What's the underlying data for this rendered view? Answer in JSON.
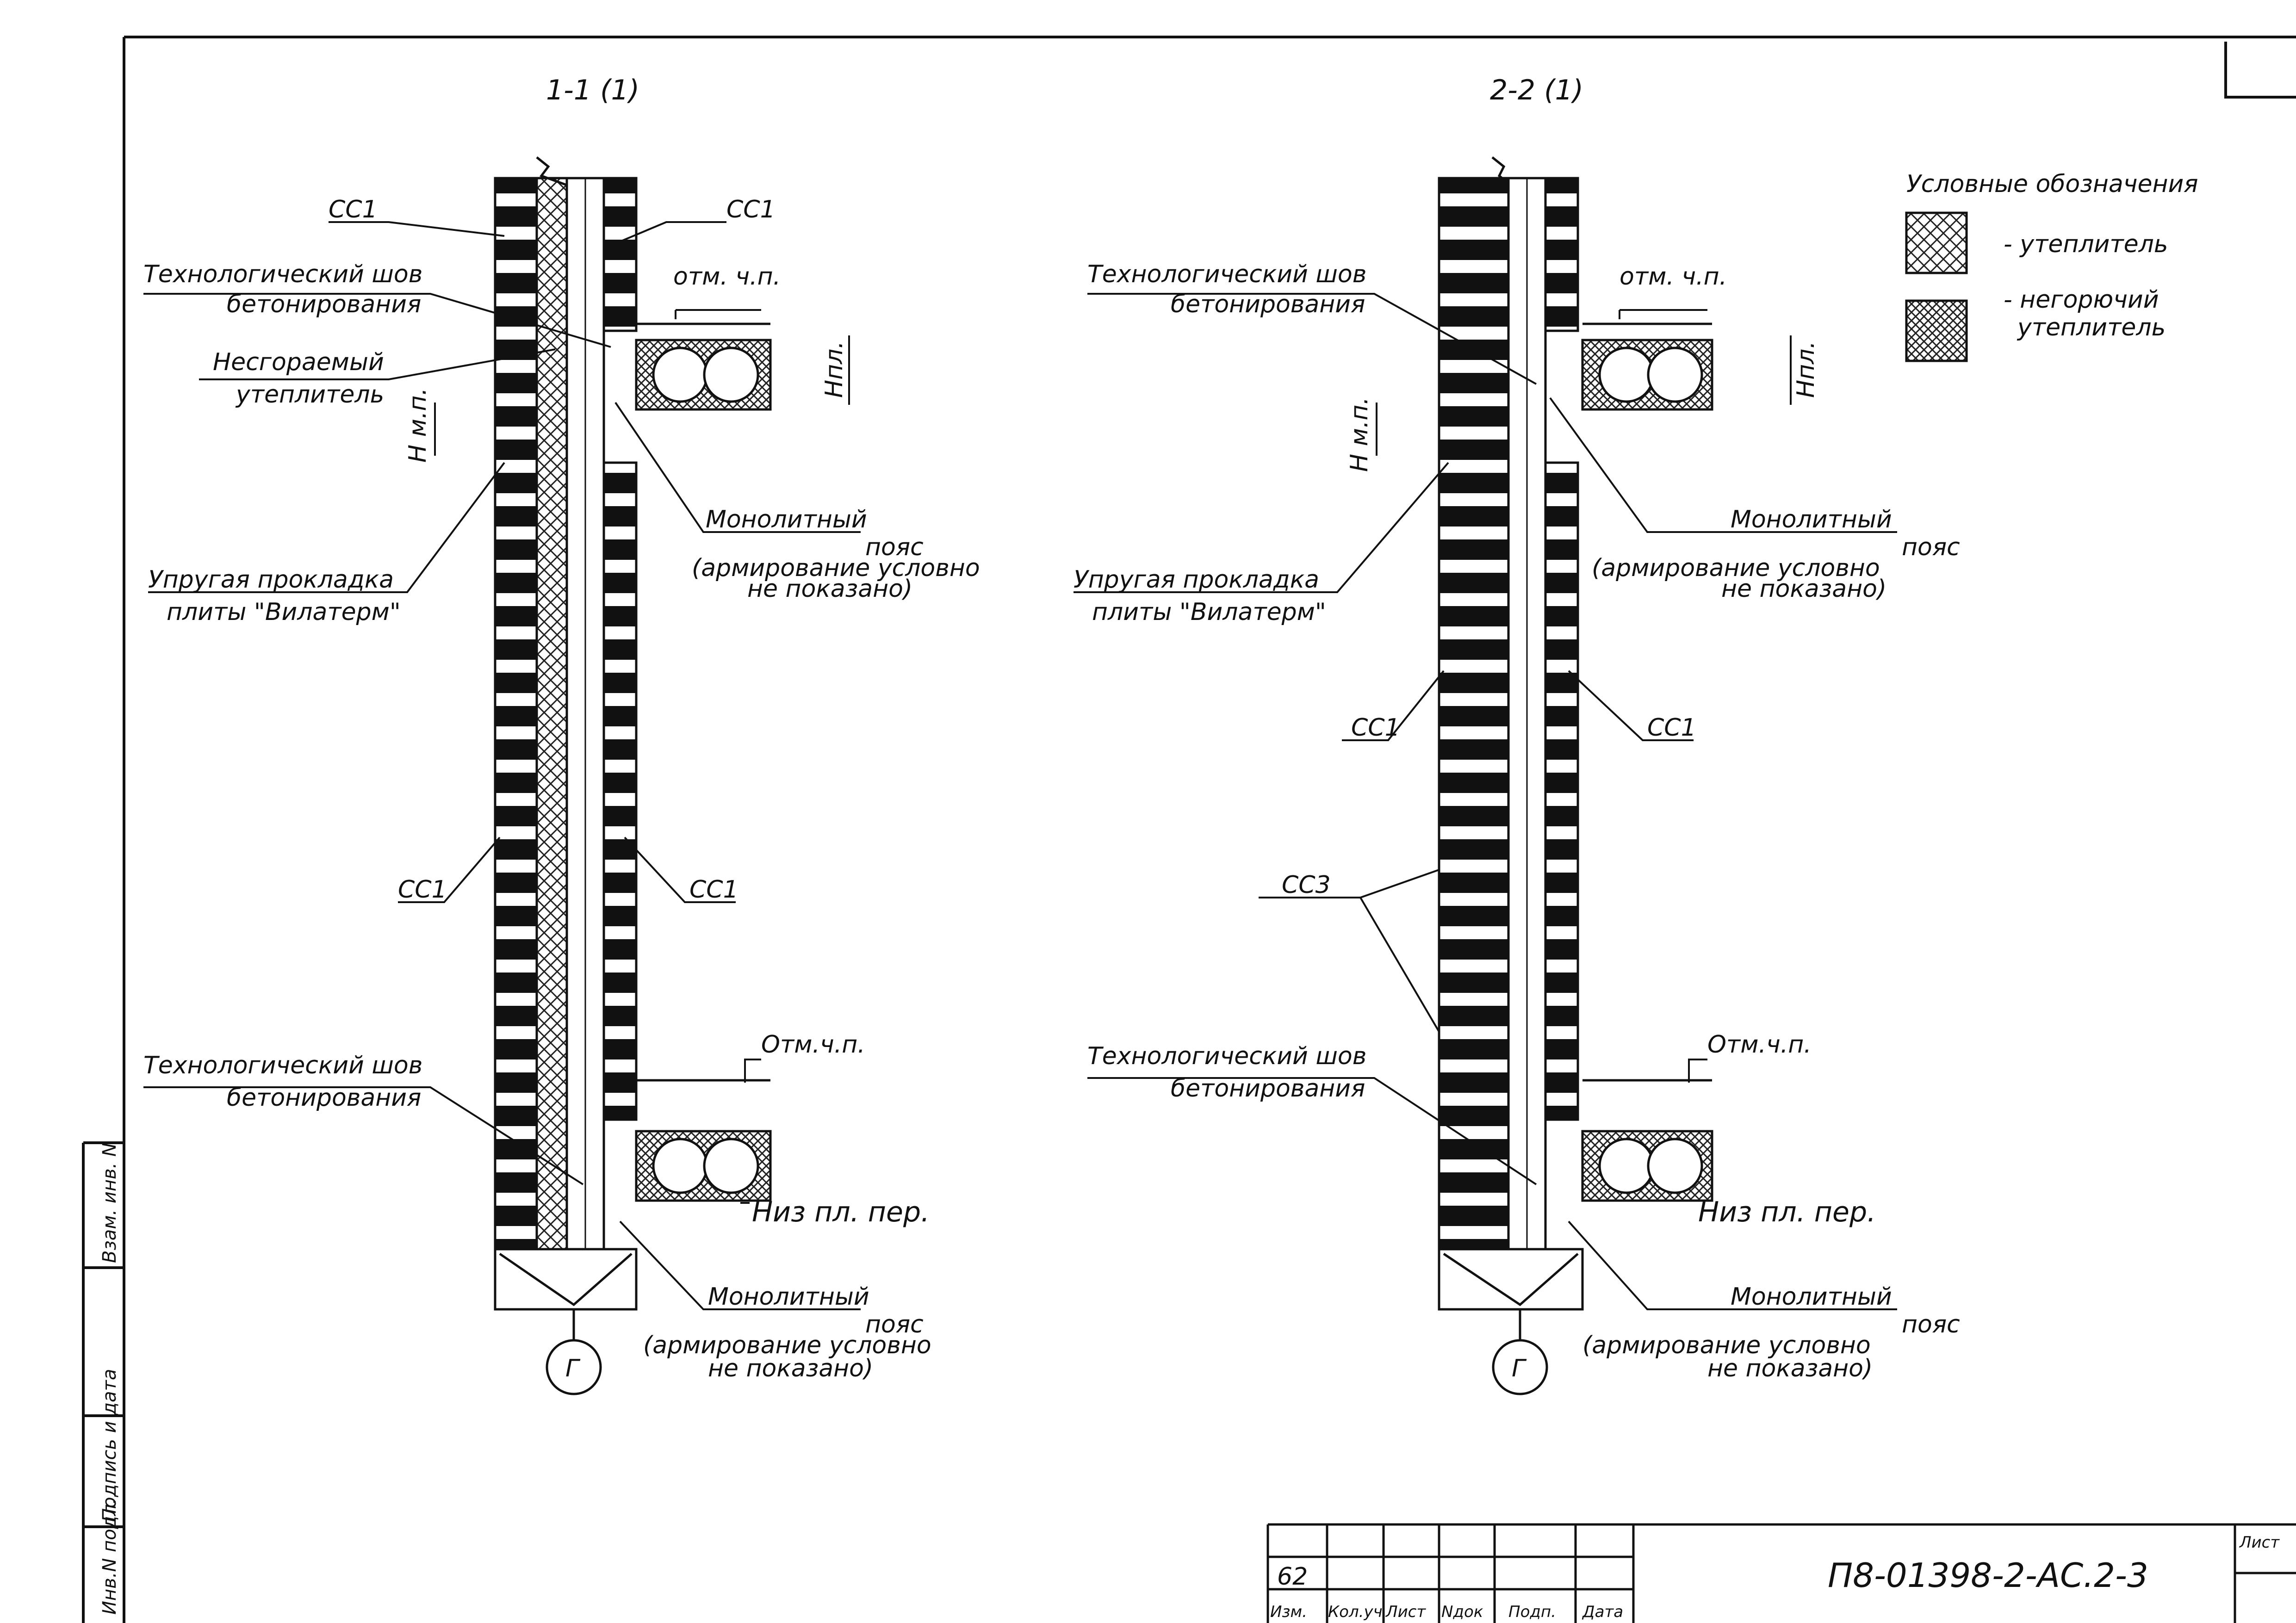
{
  "sections": {
    "s1": {
      "title": "1-1 (1)",
      "cc1_top_left": "СС1",
      "cc1_top_right": "СС1",
      "seam_top_l1": "Технологический шов",
      "seam_top_l2": "бетонирования",
      "mark_floor": "отм. ч.п.",
      "nonflam_l1": "Несгораемый",
      "nonflam_l2": "утеплитель",
      "h_pl": "Нпл.",
      "h_mp": "Н м.п.",
      "mono_top_l1": "Монолитный",
      "mono_top_l2": "пояс",
      "mono_top_l3": "(армирование условно",
      "mono_top_l4": "не показано)",
      "gasket_l1": "Упругая прокладка",
      "gasket_l2": "плиты \"Вилатерм\"",
      "cc1_mid_left": "СС1",
      "cc1_mid_right": "СС1",
      "seam_bot_l1": "Технологический шов",
      "seam_bot_l2": "бетонирования",
      "mark_floor_bot": "Отм.ч.п.",
      "slab_bottom": "Низ пл. пер.",
      "mono_bot_l1": "Монолитный",
      "mono_bot_l2": "пояс",
      "mono_bot_l3": "(армирование условно",
      "mono_bot_l4": "не показано)",
      "axis": "Г"
    },
    "s2": {
      "title": "2-2 (1)",
      "seam_top_l1": "Технологический шов",
      "seam_top_l2": "бетонирования",
      "mark_floor": "отм. ч.п.",
      "h_pl": "Нпл.",
      "h_mp": "Н м.п.",
      "mono_top_l1": "Монолитный",
      "mono_top_l2": "пояс",
      "mono_top_l3": "(армирование условно",
      "mono_top_l4": "не показано)",
      "gasket_l1": "Упругая прокладка",
      "gasket_l2": "плиты \"Вилатерм\"",
      "cc1_left": "СС1",
      "cc1_right": "СС1",
      "cc3": "СС3",
      "seam_bot_l1": "Технологический шов",
      "seam_bot_l2": "бетонирования",
      "mark_floor_bot": "Отм.ч.п.",
      "slab_bottom": "Низ пл. пер.",
      "mono_bot_l1": "Монолитный",
      "mono_bot_l2": "пояс",
      "mono_bot_l3": "(армирование условно",
      "mono_bot_l4": "не показано)",
      "axis": "Г"
    }
  },
  "legend": {
    "title": "Условные обозначения",
    "item1": "- утеплитель",
    "item2_l1": "- негорючий",
    "item2_l2": "утеплитель"
  },
  "side_stamp": {
    "inv_orig": "Инв.N подл.",
    "sign_date": "Подпись и дата",
    "inv_replace": "Взам. инв. N"
  },
  "title_block": {
    "cols": [
      "Изм.",
      "Кол.уч",
      "Лист",
      "Nдок",
      "Подп.",
      "Дата"
    ],
    "rev_value": "62",
    "code": "П8-01398-2-АС.2-3",
    "sheet_label": "Лист"
  }
}
